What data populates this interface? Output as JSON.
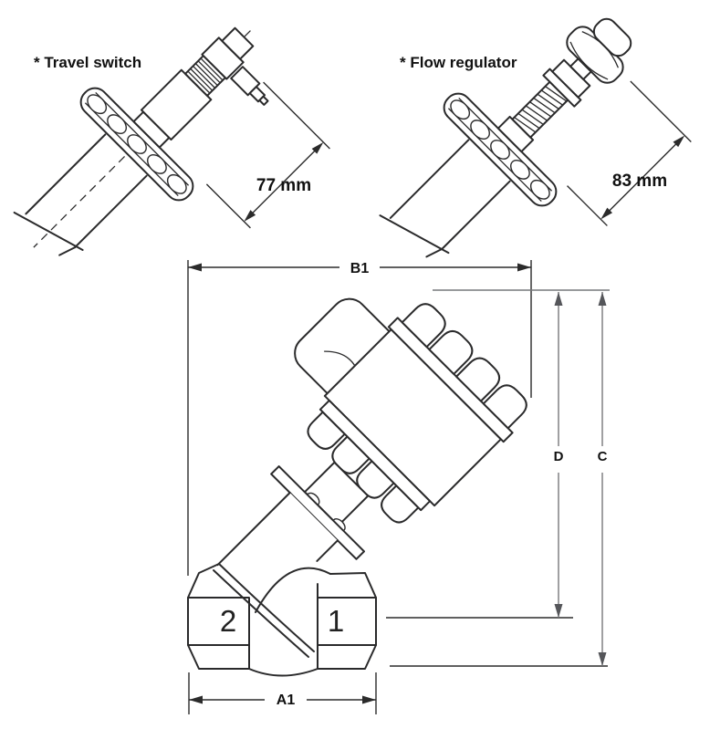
{
  "figures": {
    "travel_switch": {
      "label": "* Travel switch",
      "dimension_label": "77 mm"
    },
    "flow_regulator": {
      "label": "* Flow regulator",
      "dimension_label": "83 mm"
    },
    "main_valve": {
      "width_top_label": "B1",
      "width_bottom_label": "A1",
      "height_partial_label": "D",
      "height_total_label": "C",
      "port_left_label": "2",
      "port_right_label": "1"
    }
  },
  "colors": {
    "background": "#ffffff",
    "drawing_line": "#2a2a2b",
    "dimension_dark": "#2b2b2b",
    "dimension_gray": "#77787b",
    "label_text": "#111111"
  }
}
